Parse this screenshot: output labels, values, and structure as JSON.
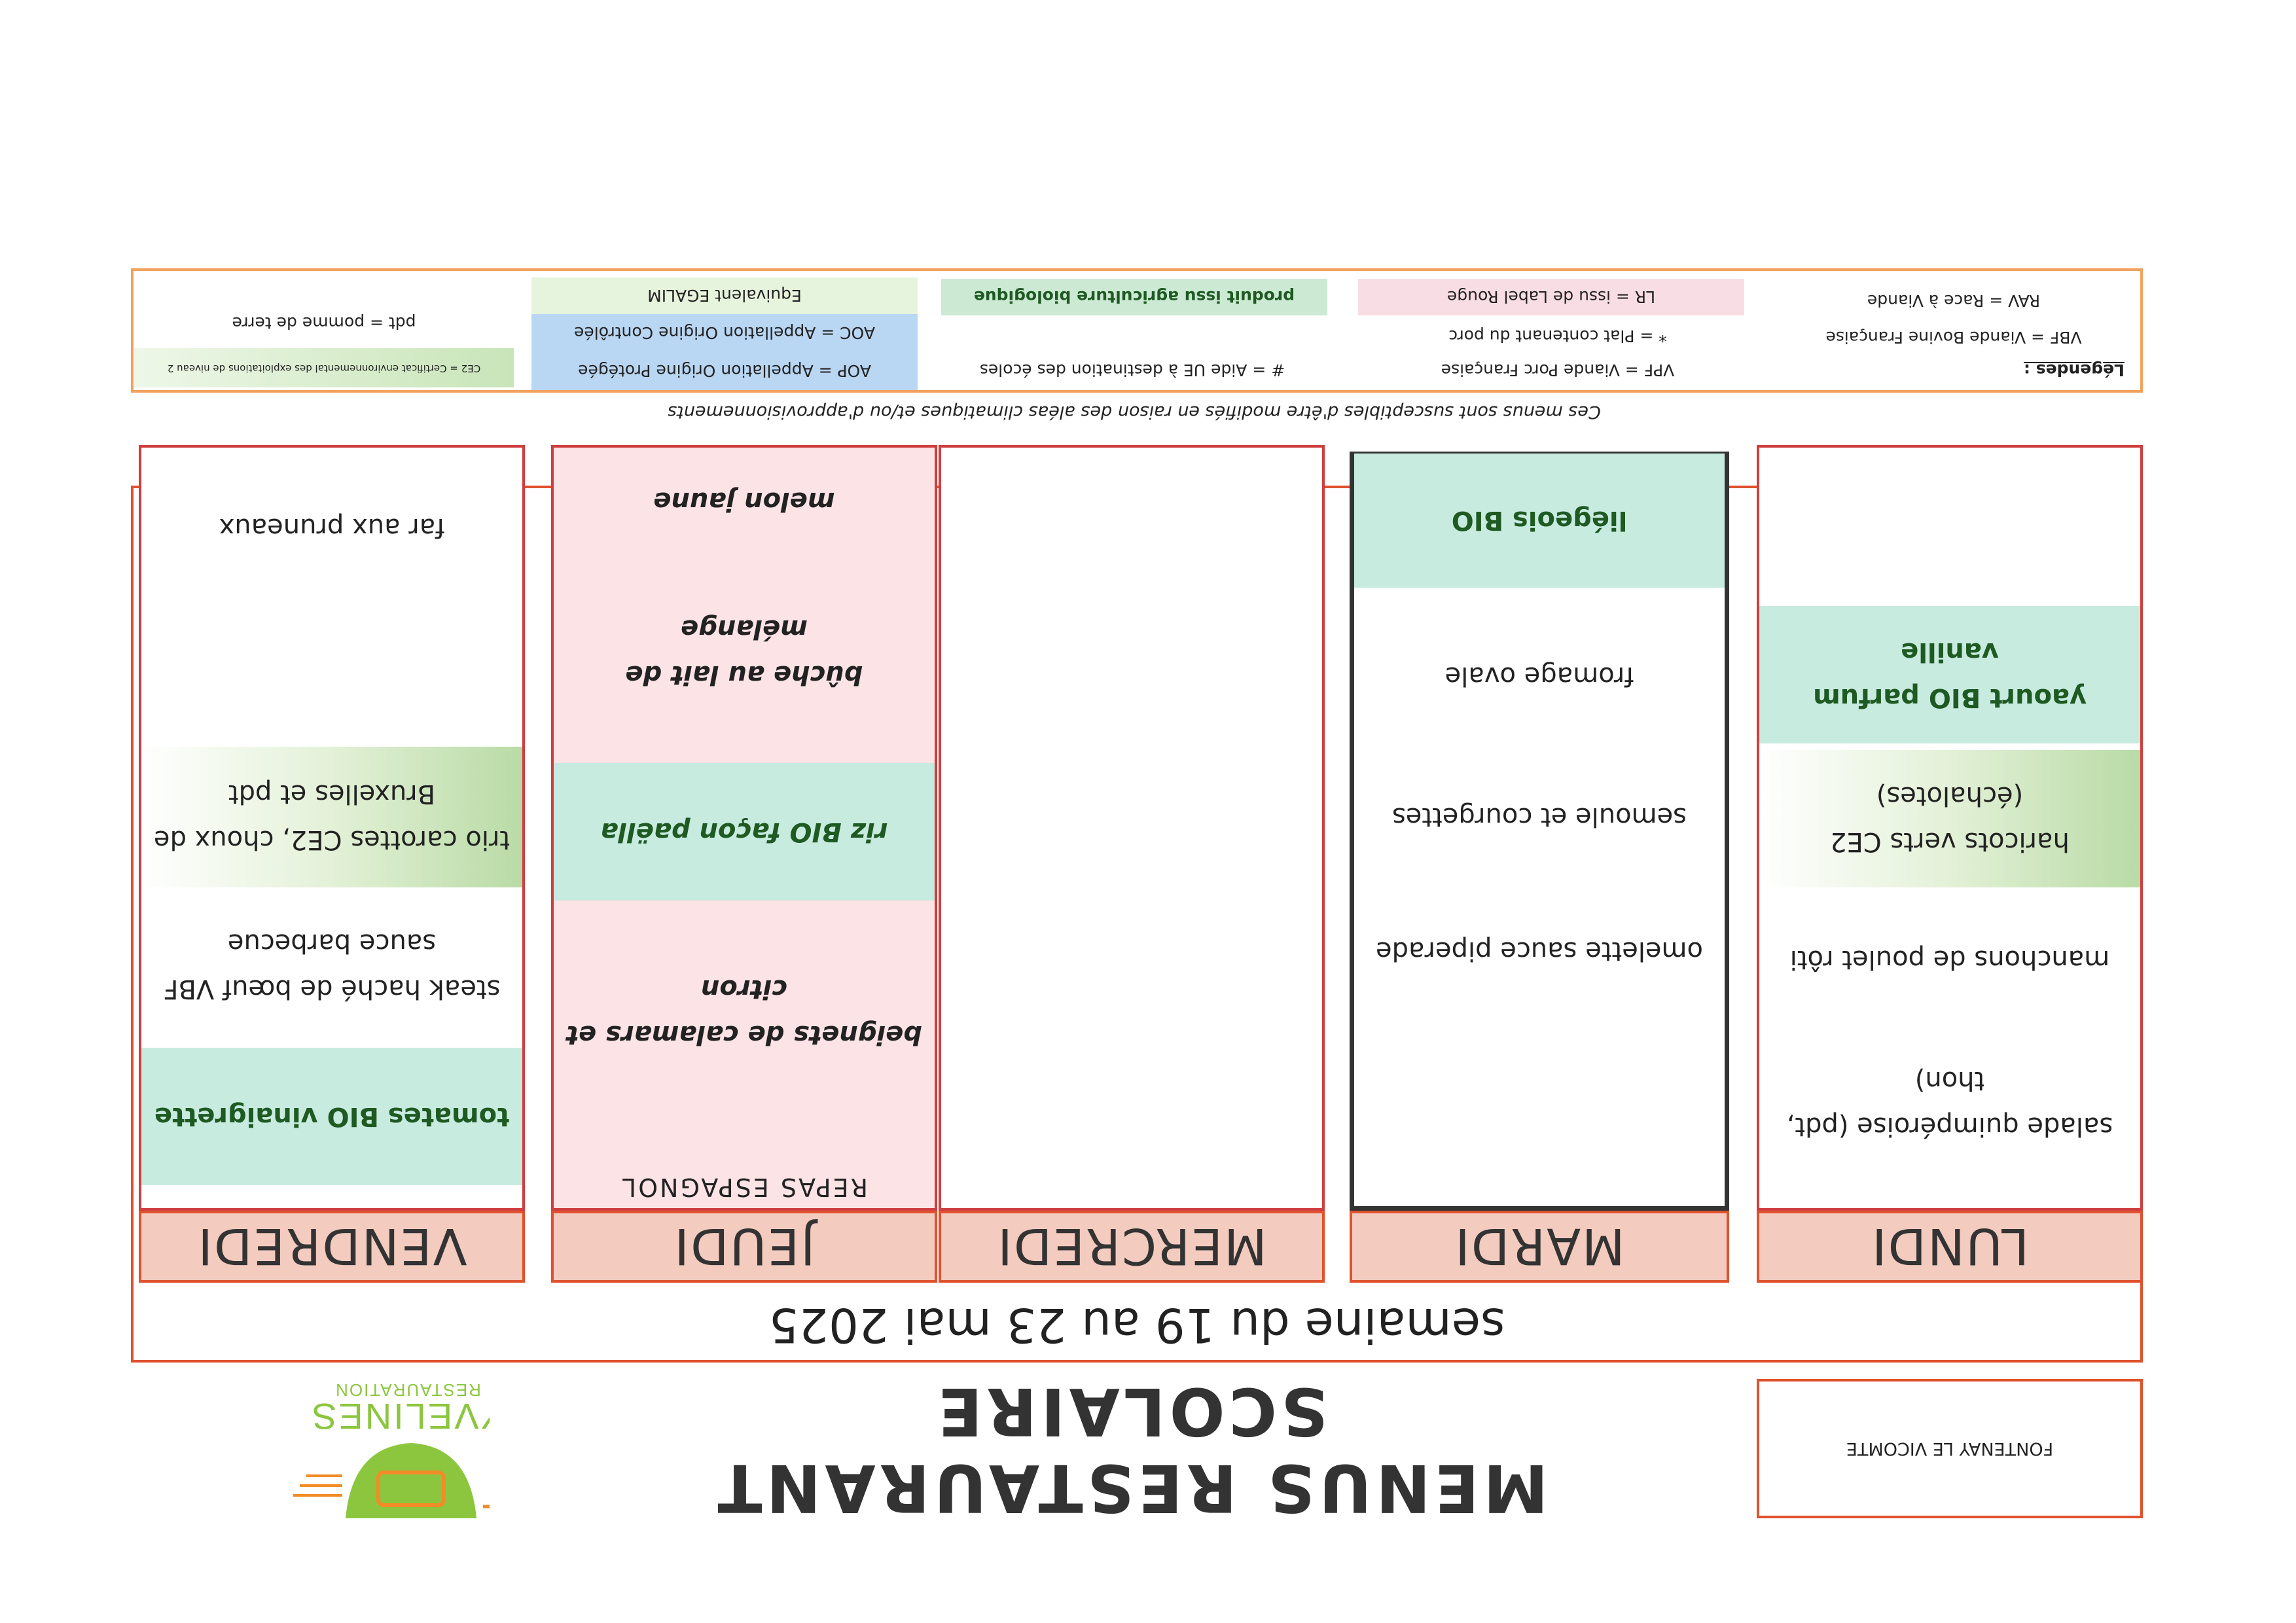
{
  "header": {
    "school": "FONTENAY LE VICOMTE",
    "title": "MENUS RESTAURANT SCOLAIRE",
    "week": "semaine du 19 au 23 mai 2025",
    "logo": {
      "name": "YVELINES",
      "sub": "RESTAURATION",
      "colors": {
        "green": "#8cc63f",
        "orange": "#f28c28"
      }
    }
  },
  "days": {
    "lundi": {
      "label": "LUNDI",
      "items": [
        "salade quimpéroise (pdt, thon)",
        "manchons de poulet rôti",
        "haricots verts CE2 (échalotes)",
        "yaourt BIO parfum vanille"
      ]
    },
    "mardi": {
      "label": "MARDI",
      "items": [
        "omelette sauce piperade",
        "semoule et courgettes",
        "fromage ovale",
        "liégeois BIO"
      ]
    },
    "mercredi": {
      "label": "MERCREDI",
      "items": []
    },
    "jeudi": {
      "label": "JEUDI",
      "meal_title": "REPAS ESPAGNOL",
      "items": [
        "beignets de calamars et citron",
        "riz BIO façon paëlla",
        "bûche au lait de mélange",
        "melon jaune"
      ]
    },
    "vendredi": {
      "label": "VENDREDI",
      "items": [
        "tomates BIO vinaigrette",
        "steak haché de bœuf VBF sauce barbecue",
        "trio carottes CE2, choux de Bruxelles et pdt",
        "far aux pruneaux"
      ]
    }
  },
  "notice": "Ces menus sont susceptibles d'être modifiés en raison des aléas climatiques et/ou d'approvisionnements",
  "legend": {
    "title": "Légendes :",
    "entries": [
      "VBF = Viande Bovine Française",
      "RAV = Race à Viande",
      "VPF = Viande Porc Française",
      "* = Plat contenant du porc",
      "LR = issu de Label Rouge",
      "# = Aide UE à destination des écoles",
      "produit issu agriculture biologique",
      "AOP = Appellation Origine Protégée",
      "AOC = Appellation Origine Contrôlée",
      "Equivalent EGALIM",
      "CE2 = Certificat environnemental des exploitations de niveau 2",
      "pdt = pomme de terre"
    ]
  },
  "colors": {
    "border_red": "#e0522e",
    "header_fill": "#f3cbbf",
    "bio": "#c8ebe0",
    "pink": "#fbe3e6",
    "legend_border": "#f0a25e"
  }
}
